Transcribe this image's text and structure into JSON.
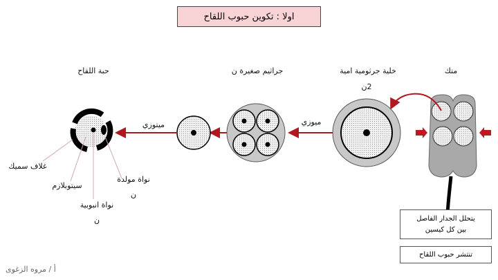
{
  "title": "اولا : تكوين حبوب اللقاح",
  "stages": {
    "anther": "متك",
    "mother_cell": "خلية جرثومية امية",
    "mother_cell_ploidy": "2ن",
    "microspores": "جراثيم صغيرة ن",
    "pollen_grain": "حبة اللقاح"
  },
  "arrows": {
    "meiosis": "ميوزي",
    "mitosis": "ميتوزي"
  },
  "pollen_parts": {
    "wall": "غلاف سميك",
    "cytoplasm": "سيتوبلازم",
    "tube_nucleus": "نواة انبوبية",
    "tube_nucleus_ploidy": "ن",
    "generative_nucleus": "نواة مولدة",
    "generative_nucleus_ploidy": "ن"
  },
  "notes": {
    "wall_dissolves_line1": "يتحلل الجدار الفاصل",
    "wall_dissolves_line2": "بين كل كيسين",
    "pollen_release": "تنتشر حبوب اللقاح"
  },
  "credit": "أ / مروه الزغوى",
  "colors": {
    "arrow": "#b01820",
    "title_bg": "#f7d3d6",
    "anther": "#a9a9a9"
  }
}
